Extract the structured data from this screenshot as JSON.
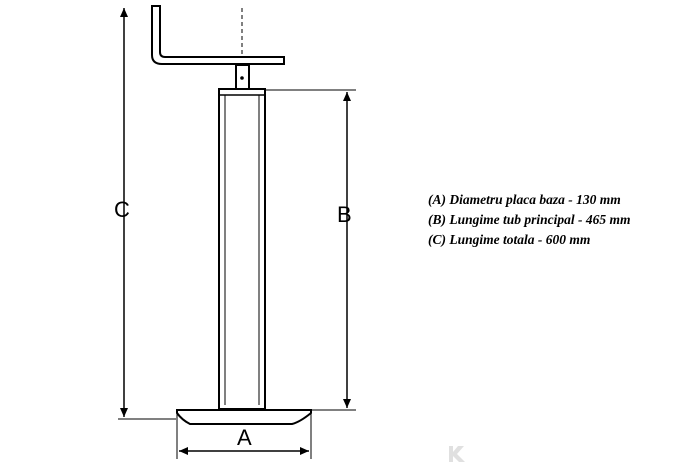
{
  "diagram": {
    "labels": {
      "a": "A",
      "b": "B",
      "c": "C"
    },
    "specs": [
      "(A) Diametru placa baza - 130 mm",
      "(B) Lungime tub principal - 465 mm",
      "(C) Lungime totala - 600 mm"
    ]
  }
}
